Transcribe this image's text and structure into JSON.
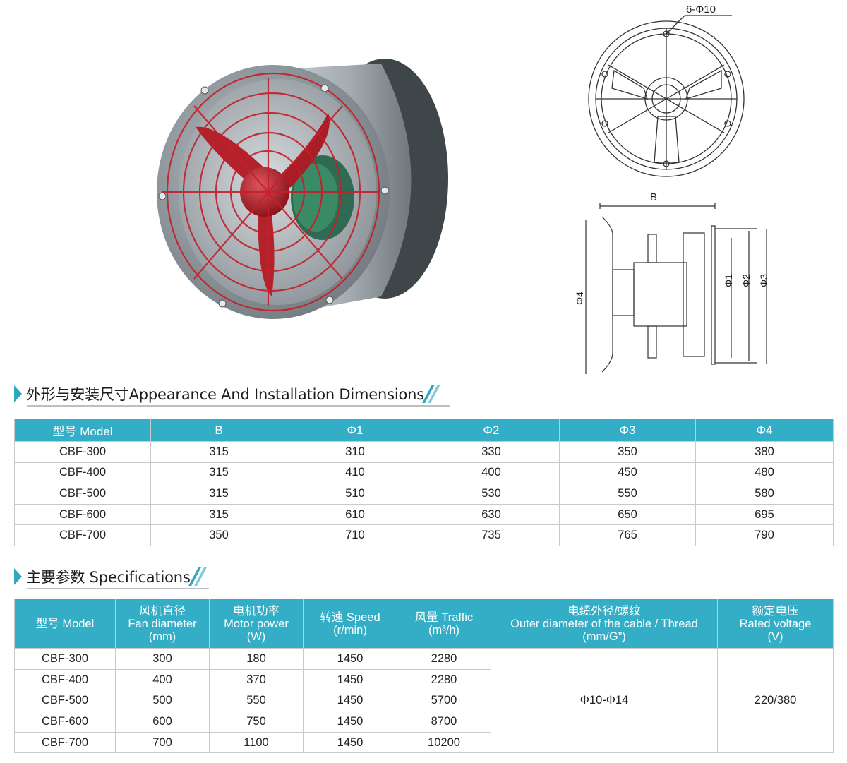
{
  "drawings": {
    "hole_label": "6-Φ10",
    "b_label": "B",
    "phi1_label": "Φ1",
    "phi2_label": "Φ2",
    "phi3_label": "Φ3",
    "phi4_label": "Φ4"
  },
  "dimensions": {
    "title": "外形与安装尺寸Appearance And Installation Dimensions",
    "headers": [
      "型号 Model",
      "B",
      "Φ1",
      "Φ2",
      "Φ3",
      "Φ4"
    ],
    "rows": [
      [
        "CBF-300",
        "315",
        "310",
        "330",
        "350",
        "380"
      ],
      [
        "CBF-400",
        "315",
        "410",
        "400",
        "450",
        "480"
      ],
      [
        "CBF-500",
        "315",
        "510",
        "530",
        "550",
        "580"
      ],
      [
        "CBF-600",
        "315",
        "610",
        "630",
        "650",
        "695"
      ],
      [
        "CBF-700",
        "350",
        "710",
        "735",
        "765",
        "790"
      ]
    ]
  },
  "specs": {
    "title": "主要参数 Specifications",
    "headers": {
      "model": "型号 Model",
      "fan_diameter": [
        "风机直径",
        "Fan diameter",
        "(mm)"
      ],
      "motor_power": [
        "电机功率",
        "Motor power",
        "(W)"
      ],
      "speed": [
        "转速 Speed",
        "(r/min)"
      ],
      "traffic": [
        "风量 Traffic",
        "(m³/h)"
      ],
      "cable": [
        "电缆外径/螺纹",
        "Outer diameter of the cable / Thread",
        "(mm/G”)"
      ],
      "voltage": [
        "额定电压",
        "Rated voltage",
        "(V)"
      ]
    },
    "rows": [
      [
        "CBF-300",
        "300",
        "180",
        "1450",
        "2280"
      ],
      [
        "CBF-400",
        "400",
        "370",
        "1450",
        "2280"
      ],
      [
        "CBF-500",
        "500",
        "550",
        "1450",
        "5700"
      ],
      [
        "CBF-600",
        "600",
        "750",
        "1450",
        "8700"
      ],
      [
        "CBF-700",
        "700",
        "1100",
        "1450",
        "10200"
      ]
    ],
    "cable_value": "Φ10-Φ14",
    "voltage_value": "220/380"
  },
  "colors": {
    "header_bg": "#34aec6",
    "accent": "#2fa7c2",
    "fan_red": "#b8202a",
    "housing_gray": "#8e969c"
  }
}
